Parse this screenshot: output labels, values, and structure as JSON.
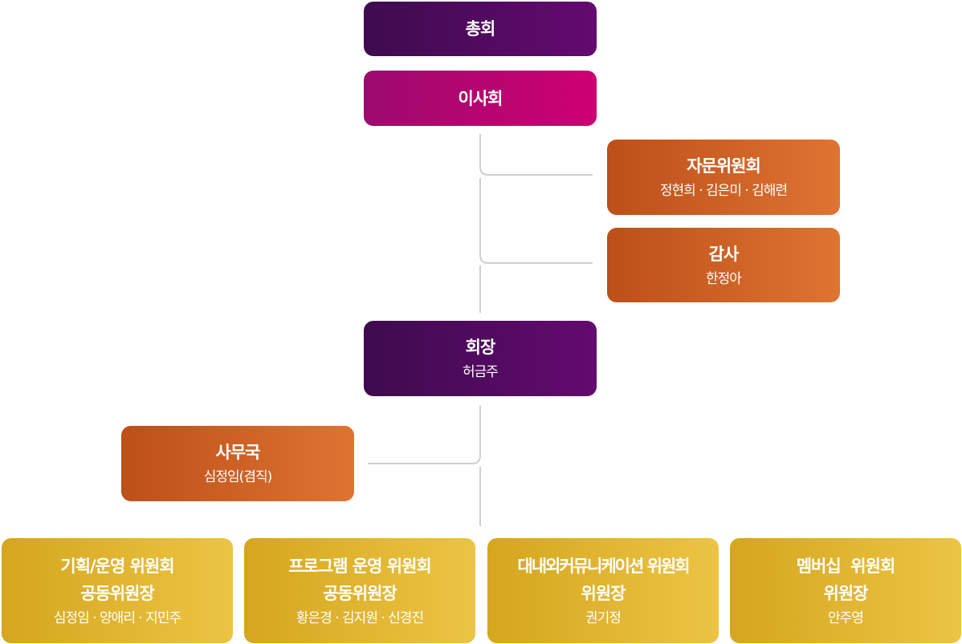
{
  "general_assembly": {
    "title": "총회"
  },
  "board": {
    "title": "이사회"
  },
  "advisory": {
    "title": "자문위원회",
    "members": "정현희 · 김은미 · 김해련"
  },
  "audit": {
    "title": "감사",
    "members": "한정아"
  },
  "president": {
    "title": "회장",
    "members": "허금주"
  },
  "secretariat": {
    "title": "사무국",
    "members": "심정임(겸직)"
  },
  "committees": [
    {
      "title": "기획/운영 위원회",
      "role": "공동위원장",
      "members": "심정임 · 양애리 · 지민주"
    },
    {
      "title": "프로그램 운영 위원회",
      "role": "공동위원장",
      "members": "황은경 · 김지원 · 신경진"
    },
    {
      "title": "대내외커뮤니케이션 위원회",
      "role": "위원장",
      "members": "권기정"
    },
    {
      "title": "멤버십  위원회",
      "role": "위원장",
      "members": "안주영"
    }
  ]
}
